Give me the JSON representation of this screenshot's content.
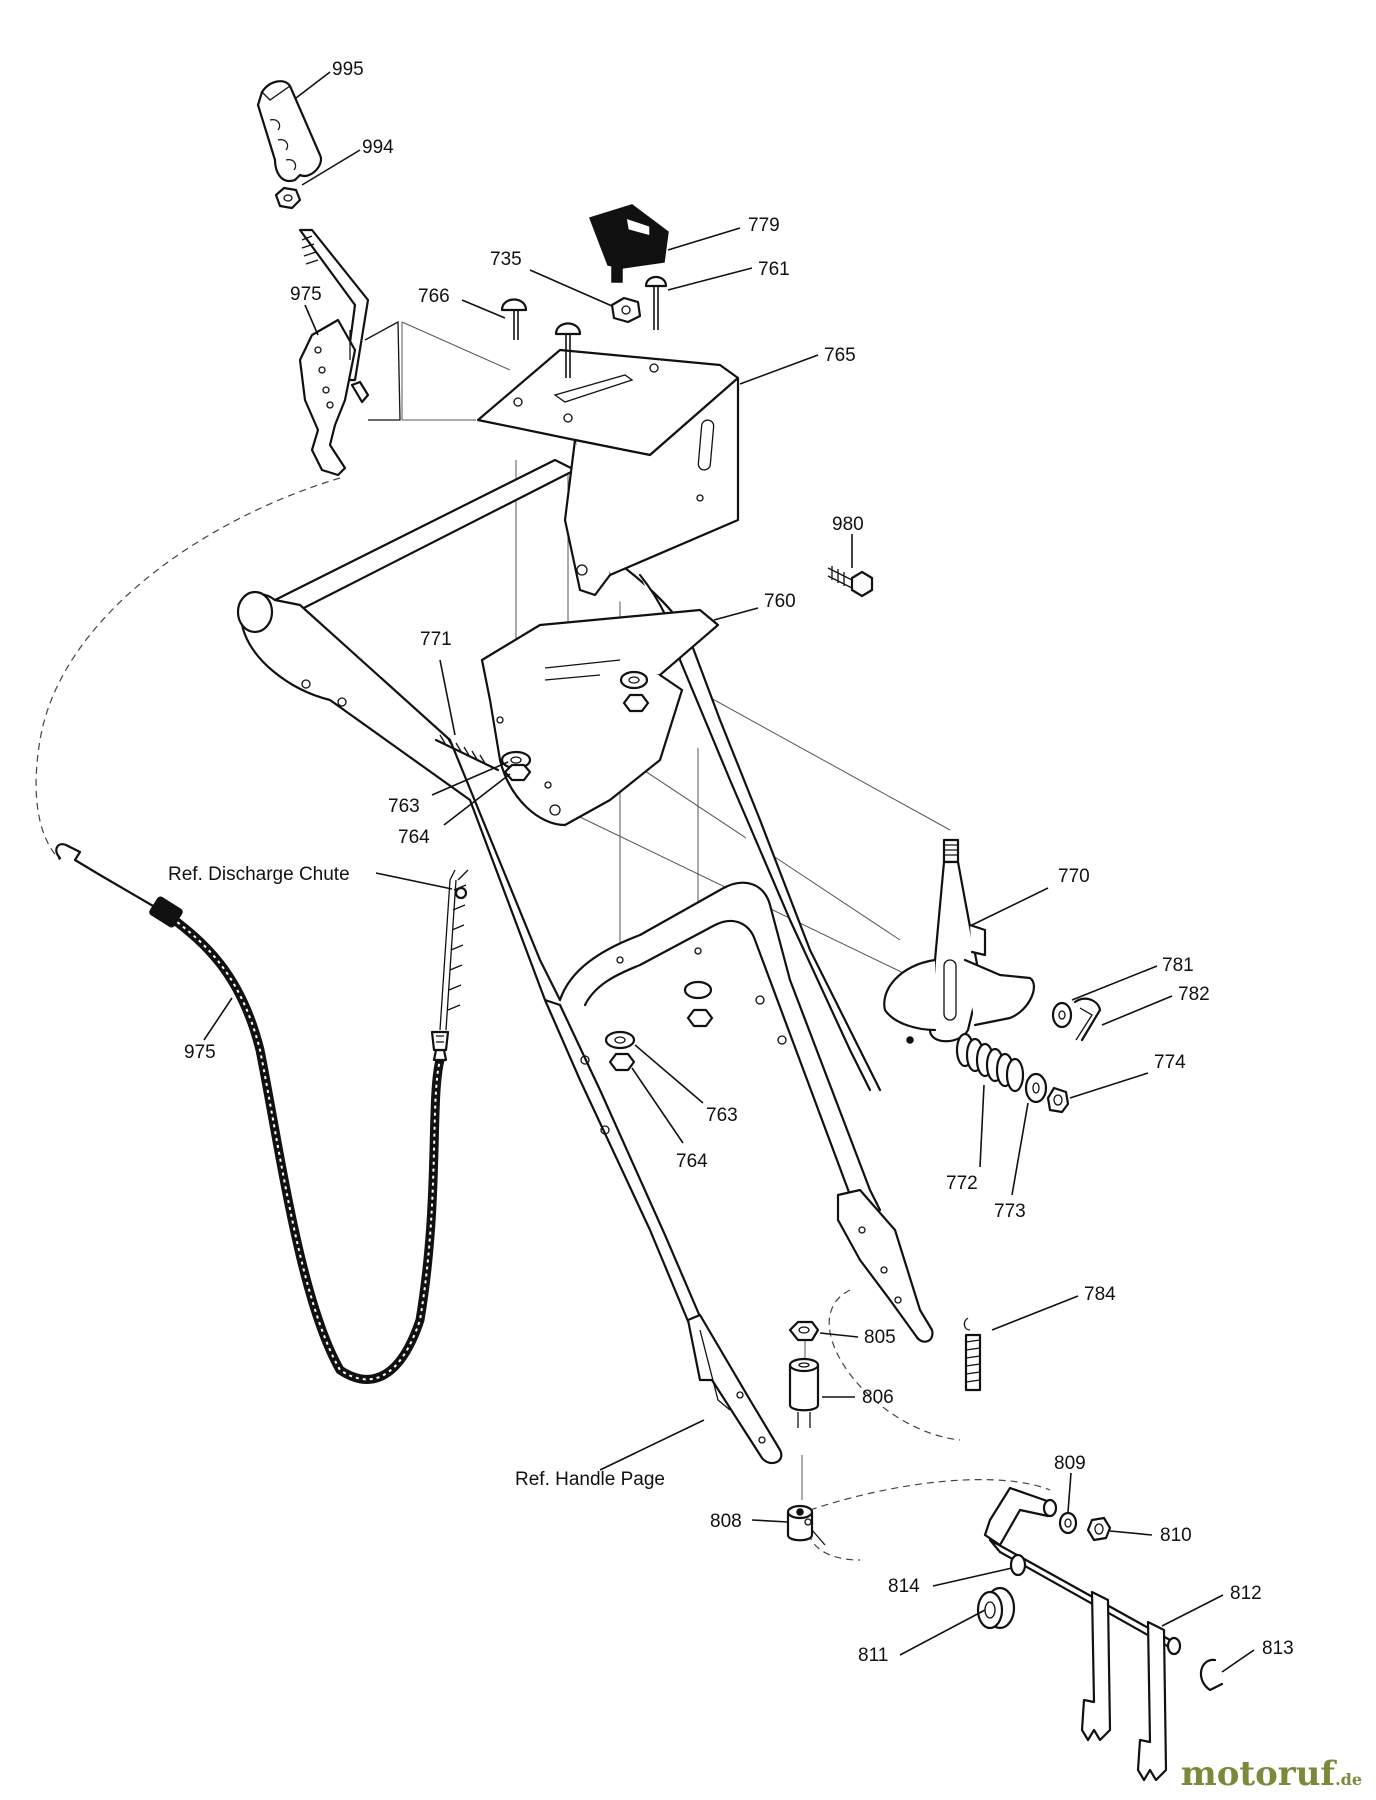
{
  "labels": {
    "p995": "995",
    "p994": "994",
    "p975_lever": "975",
    "p766": "766",
    "p735": "735",
    "p779": "779",
    "p761": "761",
    "p765": "765",
    "p980": "980",
    "p760": "760",
    "p771": "771",
    "p763_top": "763",
    "p764_top": "764",
    "p770": "770",
    "p781": "781",
    "p782": "782",
    "p774": "774",
    "p772": "772",
    "p773": "773",
    "p763_bottom": "763",
    "p764_bottom": "764",
    "p975_cable": "975",
    "ref_chute": "Ref. Discharge Chute",
    "p784": "784",
    "p805": "805",
    "p806": "806",
    "ref_handle": "Ref. Handle Page",
    "p808": "808",
    "p809": "809",
    "p810": "810",
    "p814": "814",
    "p812": "812",
    "p811": "811",
    "p813": "813"
  },
  "watermark": {
    "name": "motoruf",
    "tld": ".de"
  }
}
